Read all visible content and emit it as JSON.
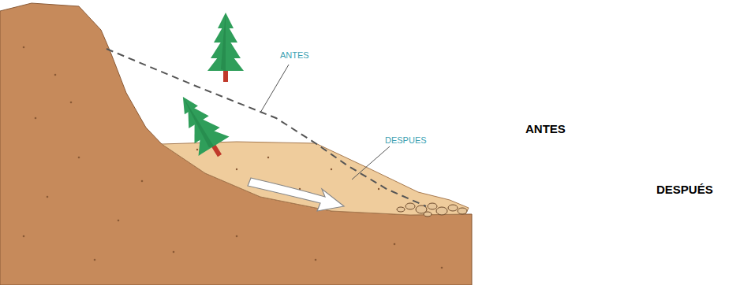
{
  "diagram": {
    "labels": [
      "ANTES",
      "DESPUES",
      "ANTES",
      "DESPUÉS"
    ]
  }
}
